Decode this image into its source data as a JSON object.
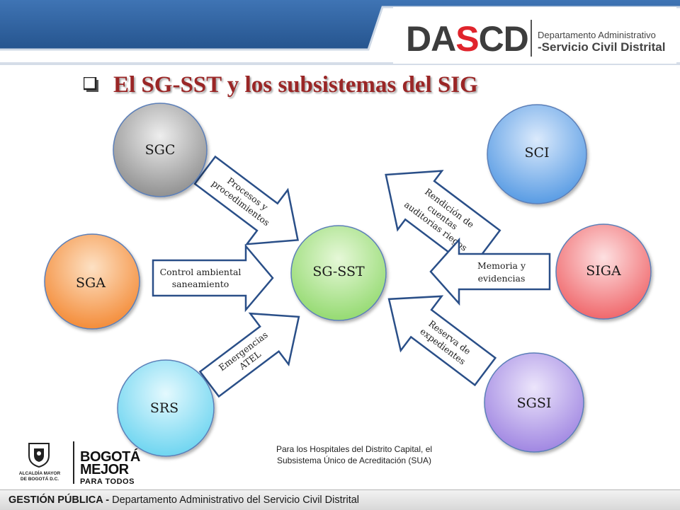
{
  "header": {
    "logo_text_1": "DA",
    "logo_text_accent": "S",
    "logo_text_2": "CD",
    "org_line1": "Departamento Administrativo",
    "org_line2": "-Servicio Civil Distrital"
  },
  "title": {
    "text": "El SG-SST  y los subsistemas del SIG"
  },
  "nodes": {
    "center": "SG-SST",
    "sgc": "SGC",
    "sga": "SGA",
    "srs": "SRS",
    "sci": "SCI",
    "siga": "SIGA",
    "sgsi": "SGSI"
  },
  "arrows": {
    "sgc": [
      "Procesos y",
      "procedimientos"
    ],
    "sga": [
      "Control ambiental",
      "saneamiento"
    ],
    "srs": [
      "Emergencias",
      "ATEL"
    ],
    "sci": [
      "Rendición de",
      "cuentas",
      "auditorias  riegos"
    ],
    "siga": [
      "Memoria y",
      "evidencias"
    ],
    "sgsi": [
      "Reserva de",
      "expedientes"
    ]
  },
  "note": {
    "line1": "Para los Hospitales del Distrito Capital, el",
    "line2": "Subsistema Único de Acreditación (SUA)"
  },
  "footer_logos": {
    "alcaldia_line1": "ALCALDÍA MAYOR",
    "alcaldia_line2": "DE BOGOTÁ D.C.",
    "bogota_line1": "BOGOTÁ",
    "bogota_line2": "MEJOR",
    "bogota_line3": "PARA TODOS"
  },
  "footer": {
    "bold_part": "GESTIÓN PÚBLICA",
    "separator": " - ",
    "rest": "Departamento Administrativo del Servicio Civil Distrital"
  },
  "colors": {
    "band_blue": "#2a5a96",
    "title_red": "#9a2626",
    "center_green": "#b6e89a",
    "sgc_gray": "#a8a8a8",
    "sga_orange": "#f7a25a",
    "srs_cyan": "#8fe0f4",
    "sci_blue": "#7bb4ec",
    "siga_red": "#f5878a",
    "sgsi_purple": "#b49ee8"
  }
}
